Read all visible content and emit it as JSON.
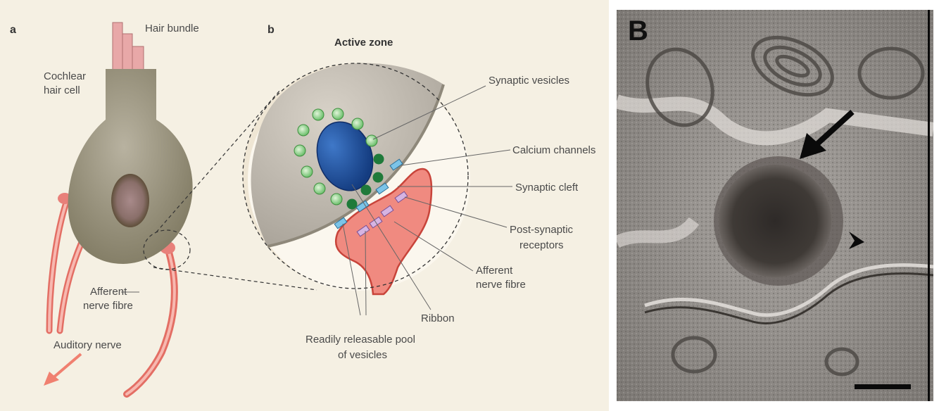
{
  "panel_a": {
    "letter": "a",
    "labels": {
      "hair_bundle": "Hair bundle",
      "cochlear_hair_cell_1": "Cochlear",
      "cochlear_hair_cell_2": "hair cell",
      "afferent_1": "Afferent",
      "afferent_2": "nerve fibre",
      "auditory_nerve": "Auditory nerve"
    }
  },
  "panel_b": {
    "letter": "b",
    "title": "Active zone",
    "labels": {
      "synaptic_vesicles": "Synaptic vesicles",
      "calcium_channels": "Calcium channels",
      "synaptic_cleft": "Synaptic cleft",
      "post_synaptic_1": "Post-synaptic",
      "post_synaptic_2": "receptors",
      "afferent_1": "Afferent",
      "afferent_2": "nerve fibre",
      "ribbon": "Ribbon",
      "readily_1": "Readily releasable pool",
      "readily_2": "of vesicles"
    }
  },
  "panel_em": {
    "letter": "B"
  },
  "colors": {
    "background": "#f5f0e3",
    "hair_cell": "#8f8a72",
    "nerve": "#e8736a",
    "ribbon": "#1f4f9c",
    "vesicle": "#8cd08c",
    "dark_vesicle": "#1f7a3a",
    "calcium_channel": "#6fb8e0",
    "receptor": "#c9a8d8"
  }
}
